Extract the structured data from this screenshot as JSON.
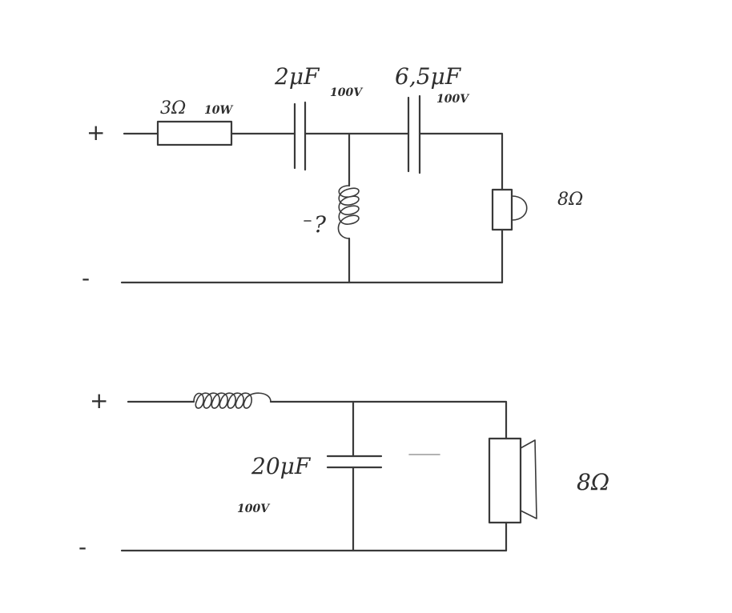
{
  "circuit_top": {
    "terminals": {
      "plus": "+",
      "minus": "-"
    },
    "resistor": {
      "value": "3Ω",
      "power": "10W"
    },
    "capacitor_1": {
      "value": "2μF",
      "voltage": "100V"
    },
    "capacitor_2": {
      "value": "6,5μF",
      "voltage": "100V"
    },
    "inductor": {
      "value": "?"
    },
    "speaker": {
      "impedance": "8Ω"
    }
  },
  "circuit_bottom": {
    "terminals": {
      "plus": "+",
      "minus": "-"
    },
    "capacitor": {
      "value": "20μF",
      "voltage": "100V"
    },
    "speaker": {
      "impedance": "8Ω"
    }
  }
}
